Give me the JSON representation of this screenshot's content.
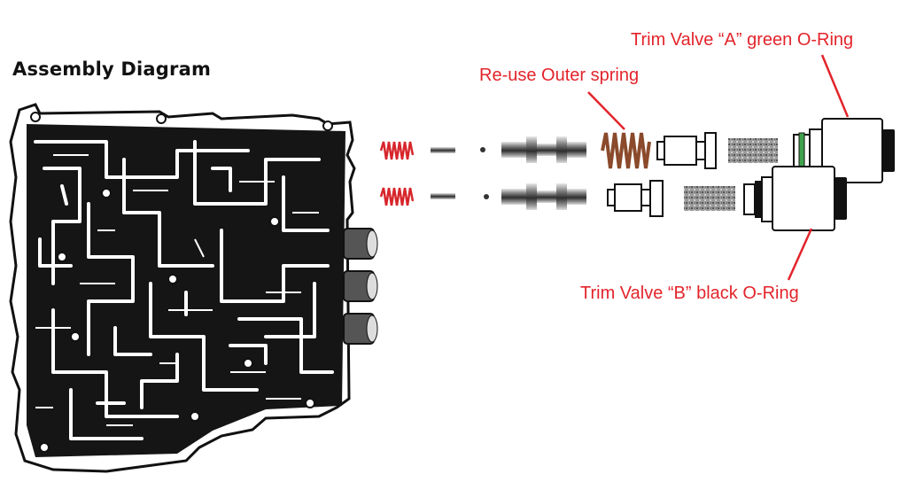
{
  "title": "Assembly Diagram",
  "callouts": {
    "outer_spring": "Re-use Outer spring",
    "trim_valve_a": "Trim Valve “A” green O-Ring",
    "trim_valve_b": "Trim Valve “B” black O-Ring"
  },
  "colors": {
    "callout": "#e3242b",
    "spring_red": "#d7262b",
    "spring_brown": "#8a4a2b",
    "o_ring_green": "#3fa34d",
    "o_ring_black": "#111111",
    "plate": "#111111"
  }
}
